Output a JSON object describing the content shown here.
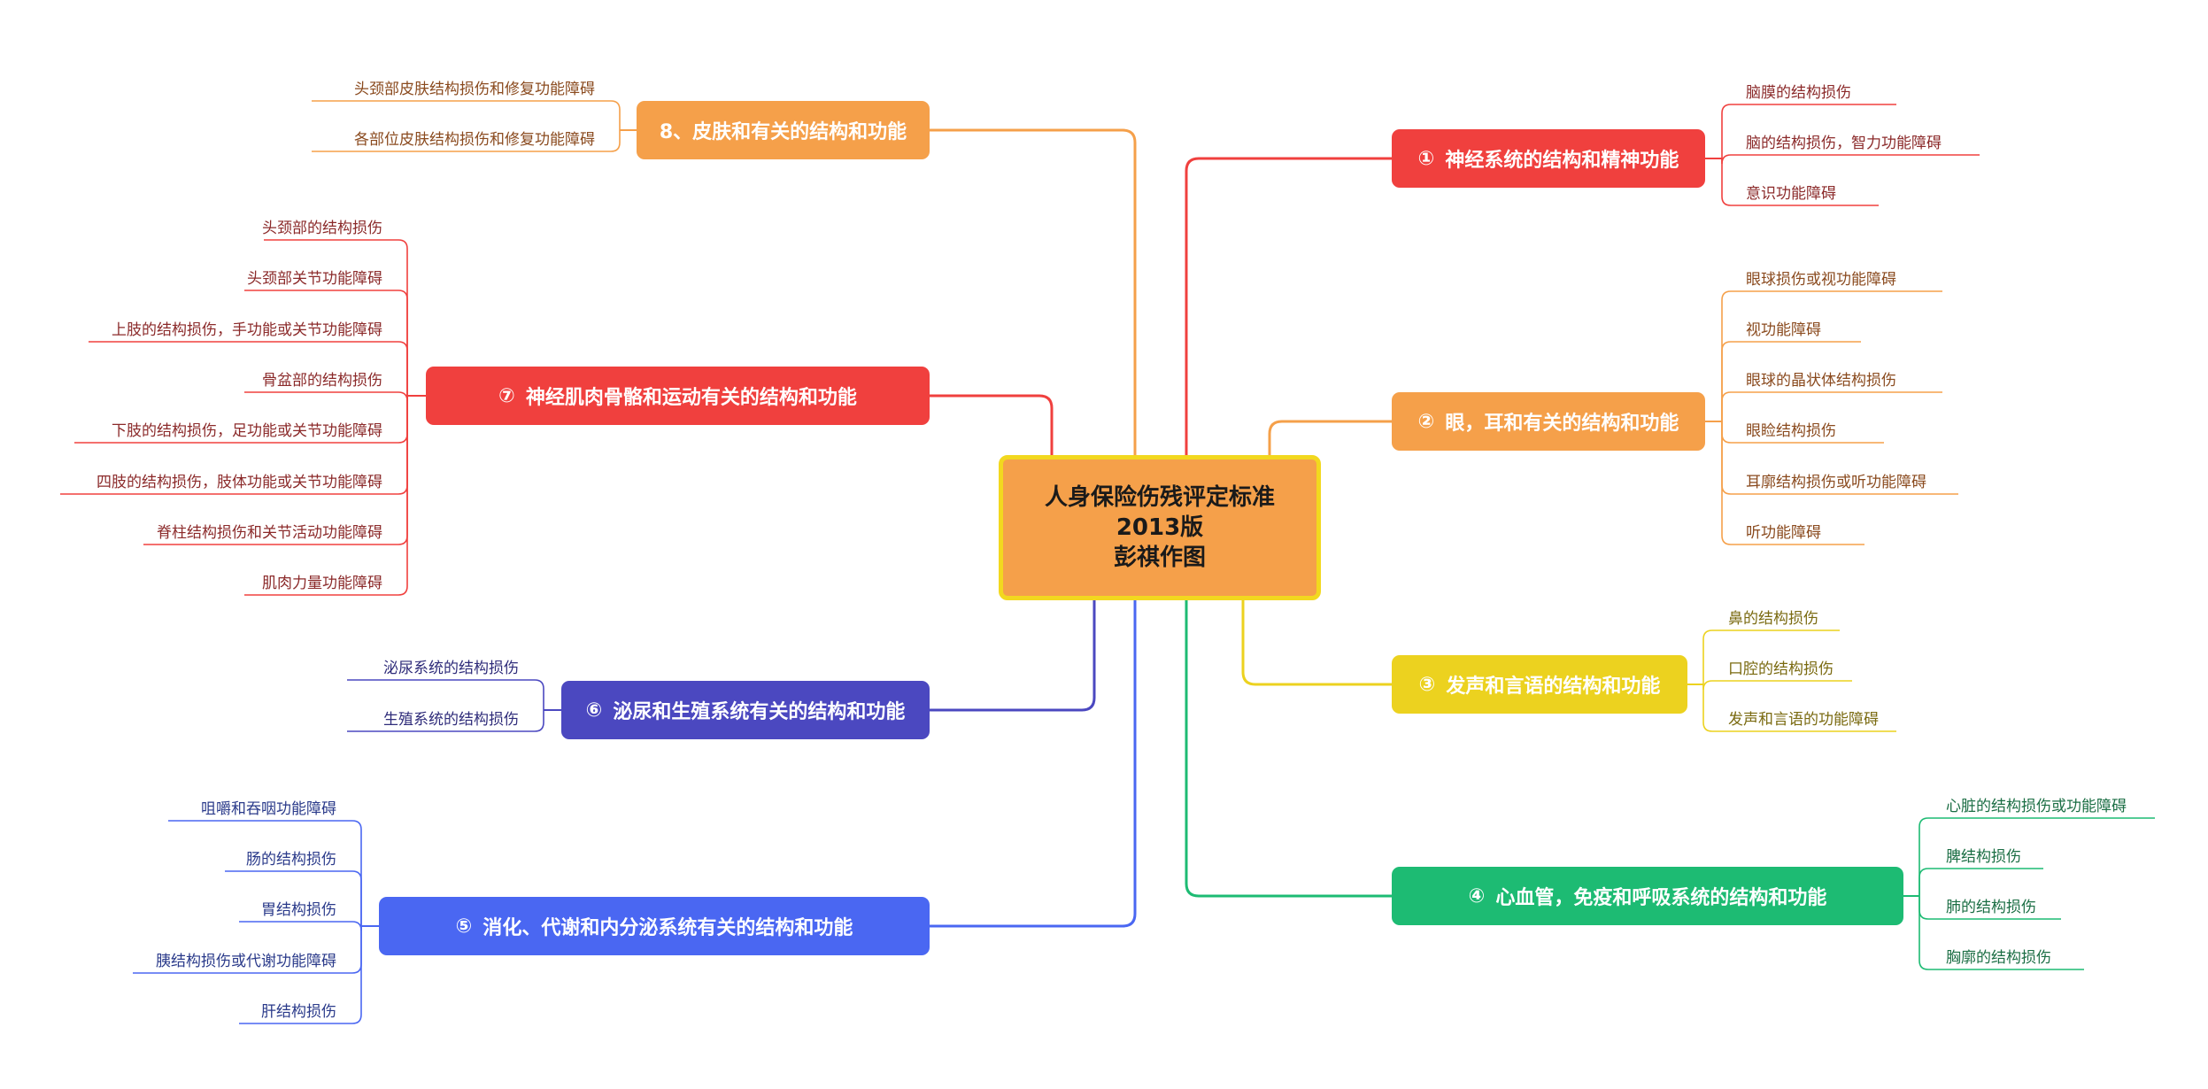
{
  "center": {
    "line1": "人身保险伤残评定标准",
    "line2": "2013版",
    "line3": "彭祺作图"
  },
  "branches": [
    {
      "id": "b1",
      "num": "①",
      "label": "神经系统的结构和精神功能",
      "color": "#f0403e",
      "leaves": [
        "脑膜的结构损伤",
        "脑的结构损伤，智力功能障碍",
        "意识功能障碍"
      ]
    },
    {
      "id": "b2",
      "num": "②",
      "label": "眼，耳和有关的结构和功能",
      "color": "#f5a04a",
      "leaves": [
        "眼球损伤或视功能障碍",
        "视功能障碍",
        "眼球的晶状体结构损伤",
        "眼睑结构损伤",
        "耳廓结构损伤或听功能障碍",
        "听功能障碍"
      ]
    },
    {
      "id": "b3",
      "num": "③",
      "label": "发声和言语的结构和功能",
      "color": "#ecd21f",
      "leaves": [
        "鼻的结构损伤",
        "口腔的结构损伤",
        "发声和言语的功能障碍"
      ]
    },
    {
      "id": "b4",
      "num": "④",
      "label": "心血管，免疫和呼吸系统的结构和功能",
      "color": "#1dbb73",
      "leaves": [
        "心脏的结构损伤或功能障碍",
        "脾结构损伤",
        "肺的结构损伤",
        "胸廓的结构损伤"
      ]
    },
    {
      "id": "b5",
      "num": "⑤",
      "label": "消化、代谢和内分泌系统有关的结构和功能",
      "color": "#4a67f2",
      "leaves": [
        "咀嚼和吞咽功能障碍",
        "肠的结构损伤",
        "胃结构损伤",
        "胰结构损伤或代谢功能障碍",
        "肝结构损伤"
      ]
    },
    {
      "id": "b6",
      "num": "⑥",
      "label": "泌尿和生殖系统有关的结构和功能",
      "color": "#4b48c0",
      "leaves": [
        "泌尿系统的结构损伤",
        "生殖系统的结构损伤"
      ]
    },
    {
      "id": "b7",
      "num": "⑦",
      "label": "神经肌肉骨骼和运动有关的结构和功能",
      "color": "#f0403e",
      "leaves": [
        "头颈部的结构损伤",
        "头颈部关节功能障碍",
        "上肢的结构损伤，手功能或关节功能障碍",
        "骨盆部的结构损伤",
        "下肢的结构损伤，足功能或关节功能障碍",
        "四肢的结构损伤，肢体功能或关节功能障碍",
        "脊柱结构损伤和关节活动功能障碍",
        "肌肉力量功能障碍"
      ]
    },
    {
      "id": "b8",
      "num": "",
      "label": "8、皮肤和有关的结构和功能",
      "color": "#f5a04a",
      "leaves": [
        "头颈部皮肤结构损伤和修复功能障碍",
        "各部位皮肤结构损伤和修复功能障碍"
      ]
    }
  ]
}
